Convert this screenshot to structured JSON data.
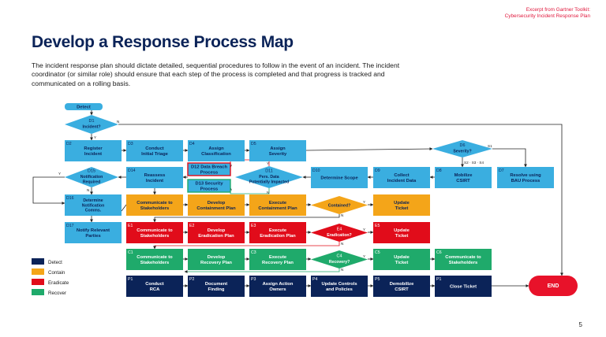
{
  "header": {
    "source_lines": [
      "Excerpt from Gartner Toolkit:",
      "Cybersecurity Incident Response Plan"
    ],
    "title": "Develop a Response Process Map",
    "intro": "The incident response plan should dictate detailed, sequential procedures to follow in the event of an incident. The incident coordinator (or similar role) should ensure that each step of the process is completed and that progress is tracked and communicated on a rolling basis."
  },
  "page_number": "5",
  "colors": {
    "detect": "#3aaee0",
    "contain": "#f4a519",
    "eradicate": "#e10c1a",
    "recover": "#1faa6b",
    "dark": "#0b2358",
    "line": "#222222",
    "end": "#e8122a"
  },
  "legend": [
    {
      "label": "Detect",
      "color": "#0b2358"
    },
    {
      "label": "Contain",
      "color": "#f4a519"
    },
    {
      "label": "Eradicate",
      "color": "#e10c1a"
    },
    {
      "label": "Recover",
      "color": "#1faa6b"
    }
  ],
  "diagram": {
    "nodes": [
      {
        "id": "detect",
        "shape": "pill",
        "color": "detect",
        "lines": [
          "Detect"
        ]
      },
      {
        "id": "D1",
        "shape": "diamond",
        "color": "detect",
        "code": "D1",
        "lines": [
          "Incident?"
        ]
      },
      {
        "id": "D2",
        "shape": "box",
        "color": "detect",
        "code": "D2",
        "lines": [
          "Register",
          "Incident"
        ]
      },
      {
        "id": "D3",
        "shape": "box",
        "color": "detect",
        "code": "D3",
        "lines": [
          "Conduct",
          "Initial Triage"
        ]
      },
      {
        "id": "D4",
        "shape": "box",
        "color": "detect",
        "code": "D4",
        "lines": [
          "Assign",
          "Classification"
        ]
      },
      {
        "id": "D5",
        "shape": "box",
        "color": "detect",
        "code": "D5",
        "lines": [
          "Assign",
          "Severity"
        ]
      },
      {
        "id": "D6",
        "shape": "diamond",
        "color": "detect",
        "code": "D6",
        "lines": [
          "Severity?"
        ]
      },
      {
        "id": "D7",
        "shape": "box",
        "color": "detect",
        "code": "D7",
        "lines": [
          "Resolve using",
          "BAU Process"
        ]
      },
      {
        "id": "D8",
        "shape": "box",
        "color": "detect",
        "code": "D8",
        "lines": [
          "Mobilize",
          "CSIRT"
        ]
      },
      {
        "id": "D9",
        "shape": "box",
        "color": "detect",
        "code": "D9",
        "lines": [
          "Collect",
          "Incident Data"
        ]
      },
      {
        "id": "D10",
        "shape": "box",
        "color": "detect",
        "code": "D10",
        "lines": [
          "Determine Scope"
        ]
      },
      {
        "id": "D11",
        "shape": "diamond",
        "color": "detect",
        "code": "D11",
        "lines": [
          "Pers. Data",
          "Potentially Impacted"
        ]
      },
      {
        "id": "D12",
        "shape": "box",
        "color": "detect",
        "border": "eradicate",
        "code": "D12",
        "lines": [
          "Data Breach",
          "Process"
        ]
      },
      {
        "id": "D13",
        "shape": "box",
        "color": "detect",
        "border": "recover",
        "code": "D13",
        "lines": [
          "Security",
          "Process"
        ]
      },
      {
        "id": "D14",
        "shape": "box",
        "color": "detect",
        "code": "D14",
        "lines": [
          "Reassess",
          "Incident"
        ]
      },
      {
        "id": "D15",
        "shape": "diamond",
        "color": "detect",
        "code": "D15",
        "lines": [
          "Notification",
          "Required"
        ]
      },
      {
        "id": "D16",
        "shape": "box",
        "color": "detect",
        "code": "D16",
        "lines": [
          "Determine",
          "Notification",
          "Comms."
        ]
      },
      {
        "id": "D17",
        "shape": "box",
        "color": "detect",
        "code": "D17",
        "lines": [
          "Notify Relevant",
          "Parties"
        ]
      },
      {
        "id": "C1",
        "shape": "box",
        "color": "contain",
        "lines": [
          "Communicate to",
          "Stakeholders"
        ]
      },
      {
        "id": "C2",
        "shape": "box",
        "color": "contain",
        "lines": [
          "Develop",
          "Containment Plan"
        ]
      },
      {
        "id": "C3",
        "shape": "box",
        "color": "contain",
        "lines": [
          "Execute",
          "Containment Plan"
        ]
      },
      {
        "id": "C4",
        "shape": "diamond",
        "color": "contain",
        "lines": [
          "Contained?"
        ]
      },
      {
        "id": "C5",
        "shape": "box",
        "color": "contain",
        "lines": [
          "Update",
          "Ticket"
        ]
      },
      {
        "id": "E1",
        "shape": "box",
        "color": "eradicate",
        "code": "E1",
        "lines": [
          "Communicate to",
          "Stakeholders"
        ]
      },
      {
        "id": "E2",
        "shape": "box",
        "color": "eradicate",
        "code": "E2",
        "lines": [
          "Develop",
          "Eradication Plan"
        ]
      },
      {
        "id": "E3",
        "shape": "box",
        "color": "eradicate",
        "code": "E3",
        "lines": [
          "Execute",
          "Eradication Plan"
        ]
      },
      {
        "id": "E4",
        "shape": "diamond",
        "color": "eradicate",
        "code": "E4",
        "lines": [
          "Eradication?"
        ]
      },
      {
        "id": "E5",
        "shape": "box",
        "color": "eradicate",
        "code": "E5",
        "lines": [
          "Update",
          "Ticket"
        ]
      },
      {
        "id": "R1",
        "shape": "box",
        "color": "recover",
        "code": "C1",
        "lines": [
          "Communicate to",
          "Stakeholders"
        ]
      },
      {
        "id": "R2",
        "shape": "box",
        "color": "recover",
        "lines": [
          "Develop",
          "Recovery Plan"
        ]
      },
      {
        "id": "R3",
        "shape": "box",
        "color": "recover",
        "code": "C3",
        "lines": [
          "Execute",
          "Recovery Plan"
        ]
      },
      {
        "id": "R4",
        "shape": "diamond",
        "color": "recover",
        "code": "C4",
        "lines": [
          "Recovery?"
        ]
      },
      {
        "id": "R5",
        "shape": "box",
        "color": "recover",
        "code": "C5",
        "lines": [
          "Update",
          "Ticket"
        ]
      },
      {
        "id": "R6",
        "shape": "box",
        "color": "recover",
        "code": "C6",
        "lines": [
          "Communicate to",
          "Stakeholders"
        ]
      },
      {
        "id": "P1",
        "shape": "box",
        "color": "dark",
        "code": "P1",
        "lines": [
          "Conduct",
          "RCA"
        ]
      },
      {
        "id": "P2",
        "shape": "box",
        "color": "dark",
        "code": "P2",
        "lines": [
          "Document",
          "Finding"
        ]
      },
      {
        "id": "P3",
        "shape": "box",
        "color": "dark",
        "code": "P3",
        "lines": [
          "Assign Action",
          "Owners"
        ]
      },
      {
        "id": "P4",
        "shape": "box",
        "color": "dark",
        "code": "P4",
        "lines": [
          "Update Controls",
          "and Policies"
        ]
      },
      {
        "id": "P5",
        "shape": "box",
        "color": "dark",
        "code": "P5",
        "lines": [
          "Demobilize",
          "CSIRT"
        ]
      },
      {
        "id": "P6",
        "shape": "box",
        "color": "dark",
        "code": "P1",
        "lines": [
          "Close Ticket"
        ]
      },
      {
        "id": "END",
        "shape": "terminal",
        "color": "end",
        "lines": [
          "END"
        ]
      }
    ],
    "edge_labels": {
      "incident_no": "N",
      "incident_yes": "Y",
      "severity_s1": "S1",
      "severity_other": "S2 · S3 · S4",
      "notification_yes": "Y",
      "notification_no": "N",
      "data_yes": "Y",
      "data_no": "N",
      "contained_yes": "Y",
      "contained_no": "N",
      "eradication_yes": "Y",
      "eradication_no": "N",
      "recovery_yes": "Y",
      "recovery_no": "N"
    }
  }
}
